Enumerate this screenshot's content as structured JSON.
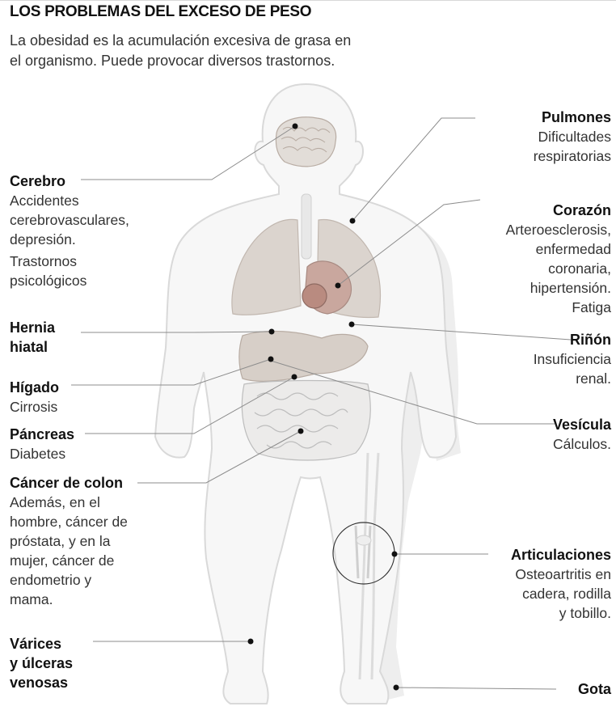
{
  "title": "LOS PROBLEMAS DEL EXCESO DE PESO",
  "intro": [
    "La obesidad es la acumulación excesiva de grasa en",
    "el organismo. Puede provocar diversos trastornos."
  ],
  "labels": {
    "cerebro": {
      "title": "Cerebro",
      "lines": [
        "Accidentes",
        "cerebrovasculares,",
        "depresión.",
        "Trastornos",
        "psicológicos"
      ]
    },
    "hernia": {
      "title": [
        "Hernia",
        "hiatal"
      ]
    },
    "higado": {
      "title": "Hígado",
      "lines": [
        "Cirrosis"
      ]
    },
    "pancreas": {
      "title": "Páncreas",
      "lines": [
        "Diabetes"
      ]
    },
    "colon": {
      "title": "Cáncer de colon",
      "lines": [
        "Además, en el",
        "hombre, cáncer de",
        "próstata, y en la",
        "mujer, cáncer de",
        "endometrio y",
        "mama."
      ]
    },
    "varices": {
      "title": [
        "Várices",
        "y úlceras",
        "venosas"
      ]
    },
    "pulmones": {
      "title": "Pulmones",
      "lines": [
        "Dificultades",
        "respiratorias"
      ]
    },
    "corazon": {
      "title": "Corazón",
      "lines": [
        "Arteroesclerosis,",
        "enfermedad",
        "coronaria,",
        "hipertensión.",
        "Fatiga"
      ]
    },
    "rinon": {
      "title": "Riñón",
      "lines": [
        "Insuficiencia",
        "renal."
      ]
    },
    "vesicula": {
      "title": "Vesícula",
      "lines": [
        "Cálculos."
      ]
    },
    "articulaciones": {
      "title": "Articulaciones",
      "lines": [
        "Osteoartritis en",
        "cadera, rodilla",
        "y tobillo."
      ]
    },
    "gota": {
      "title": "Gota"
    }
  },
  "colors": {
    "body_fill": "#f7f7f7",
    "body_outline": "#d9d9d9",
    "organ_fill": "#d7cfc8",
    "organ_stroke": "#b8aca3",
    "heart": "#b98b80",
    "leader": "#8c8c8c",
    "dot": "#111111"
  }
}
